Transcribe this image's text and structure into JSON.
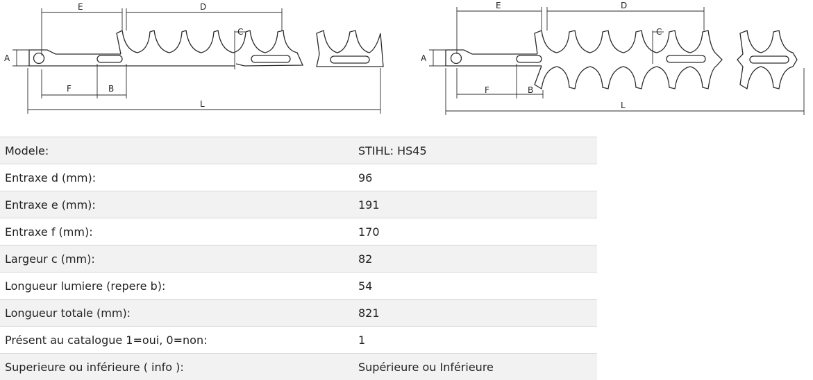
{
  "diagram_left": {
    "labels": {
      "e": "E",
      "d": "D",
      "c": "C",
      "a": "A",
      "f": "F",
      "b": "B",
      "l": "L"
    }
  },
  "diagram_right": {
    "labels": {
      "e": "E",
      "d": "D",
      "c": "C",
      "a": "A",
      "f": "F",
      "b": "B",
      "l": "L"
    }
  },
  "specs": [
    {
      "label": "Modele:",
      "value": "STIHL: HS45"
    },
    {
      "label": "Entraxe d (mm):",
      "value": "96"
    },
    {
      "label": "Entraxe e (mm):",
      "value": "191"
    },
    {
      "label": "Entraxe f (mm):",
      "value": "170"
    },
    {
      "label": "Largeur c (mm):",
      "value": "82"
    },
    {
      "label": "Longueur lumiere (repere b):",
      "value": "54"
    },
    {
      "label": "Longueur totale (mm):",
      "value": "821"
    },
    {
      "label": "Présent au catalogue 1=oui, 0=non:",
      "value": "1"
    },
    {
      "label": "Superieure ou inférieure ( info ):",
      "value": "Supérieure ou Inférieure"
    }
  ]
}
